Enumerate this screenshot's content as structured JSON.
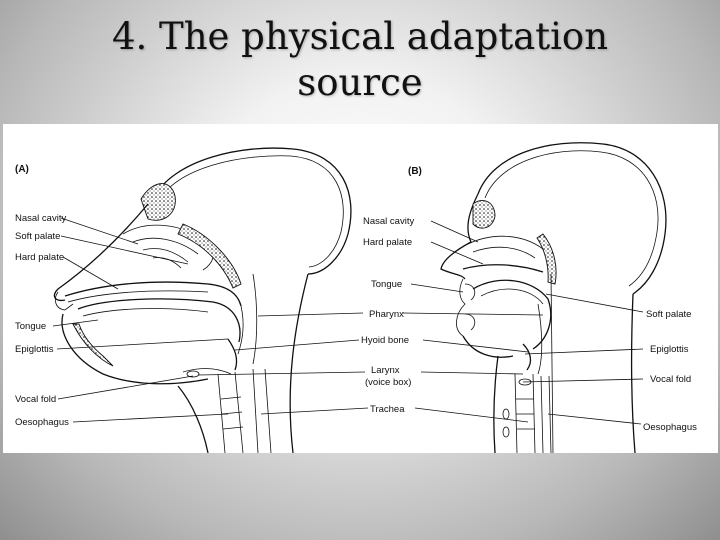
{
  "slide": {
    "title_line1": "4. The physical adaptation",
    "title_line2": "source"
  },
  "diagram": {
    "panel_a": {
      "tag": "(A)",
      "labels": {
        "nasal_cavity": "Nasal cavity",
        "soft_palate": "Soft palate",
        "hard_palate": "Hard palate",
        "tongue": "Tongue",
        "epiglottis": "Epiglottis",
        "vocal_fold": "Vocal fold",
        "oesophagus": "Oesophagus"
      }
    },
    "panel_b": {
      "tag": "(B)",
      "labels": {
        "nasal_cavity": "Nasal cavity",
        "hard_palate": "Hard palate",
        "tongue": "Tongue",
        "soft_palate": "Soft palate",
        "epiglottis": "Epiglottis",
        "vocal_fold": "Vocal fold",
        "oesophagus": "Oesophagus"
      }
    },
    "shared_labels": {
      "pharynx": "Pharynx",
      "hyoid_bone": "Hyoid bone",
      "larynx": "Larynx",
      "larynx_sub": "(voice box)",
      "trachea": "Trachea"
    }
  }
}
